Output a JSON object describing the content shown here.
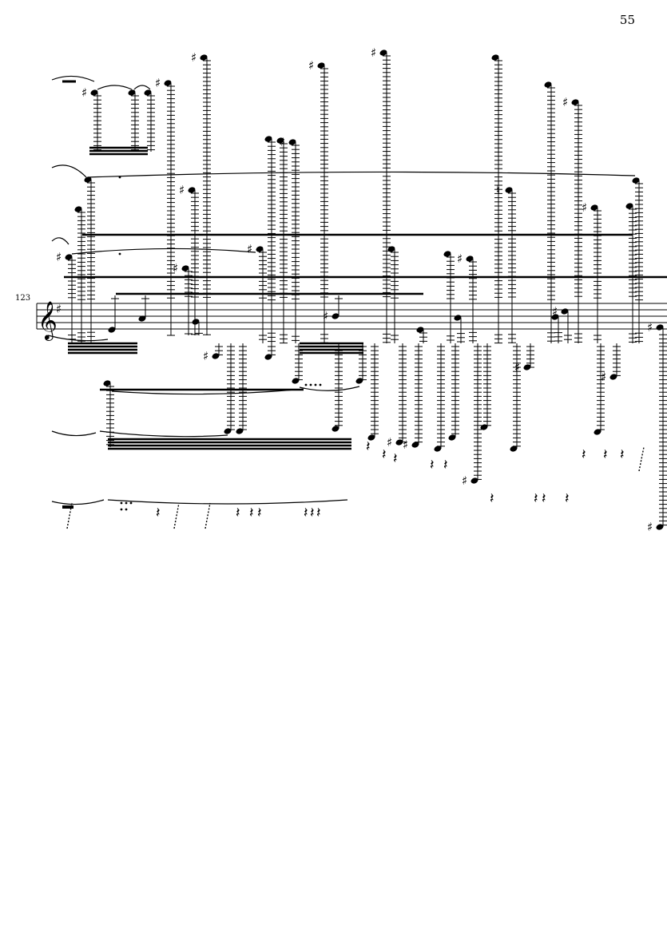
{
  "page": {
    "number": "55",
    "measure_number": "123"
  },
  "score": {
    "clef": "treble",
    "accidental_glyph": "♯",
    "natural_glyph": "♮",
    "rest_glyph": "𝄽"
  }
}
